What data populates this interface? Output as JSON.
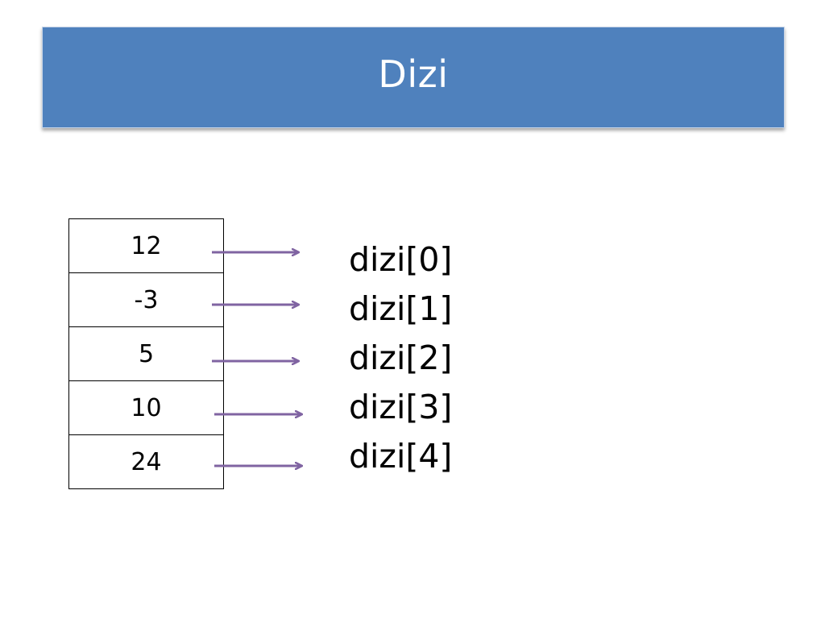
{
  "slide": {
    "title": "Dizi"
  },
  "colors": {
    "title_background": "#4f81bd",
    "title_text": "#ffffff",
    "arrow": "#8064a2"
  },
  "array": {
    "values": [
      "12",
      "-3",
      "5",
      "10",
      "24"
    ],
    "labels": [
      "dizi[0]",
      "dizi[1]",
      "dizi[2]",
      "dizi[3]",
      "dizi[4]"
    ]
  }
}
